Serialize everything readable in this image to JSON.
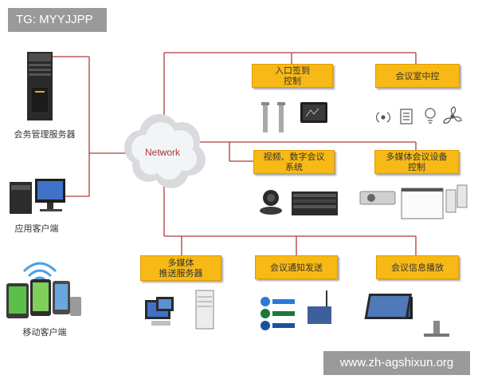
{
  "watermark_top": "TG: MYYJJPP",
  "watermark_bottom": "www.zh-agshixun.org",
  "network_label": "Network",
  "devices": {
    "server": "会务管理服务器",
    "client": "应用客户端",
    "mobile": "移动客户端"
  },
  "modules": {
    "entry": "入口签到\n控制",
    "central": "会议室中控",
    "video": "视频、数字会议\n系统",
    "multimedia_device": "多媒体会议设备\n控制",
    "media_server": "多媒体\n推送服务器",
    "notify": "会议通知发送",
    "display": "会议信息播放"
  },
  "colors": {
    "line": "#b03a3a",
    "box": "#f7b916",
    "network_text": "#b03a3a"
  }
}
